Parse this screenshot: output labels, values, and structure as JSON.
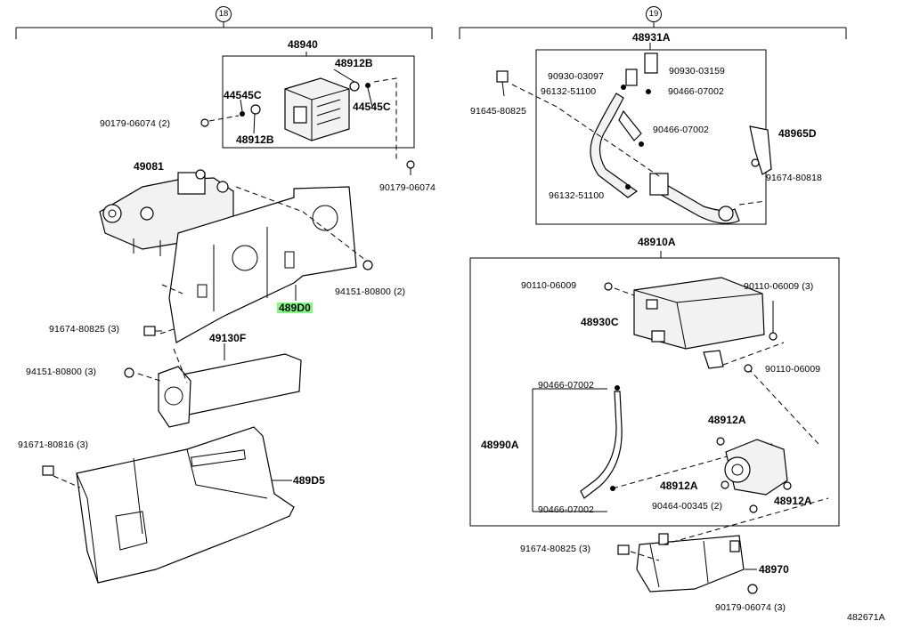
{
  "groups": {
    "left": "18",
    "right": "19"
  },
  "diagram_id": "482671A",
  "parts": {
    "p48940": "48940",
    "p48912b_top": "48912B",
    "p44545c_left": "44545C",
    "p44545c_right": "44545C",
    "p48912b_bottom": "48912B",
    "p90179_06074_2": "90179-06074 (2)",
    "p90179_06074": "90179-06074",
    "p49081": "49081",
    "p94151_80800_2": "94151-80800 (2)",
    "p489d0": "489D0",
    "p91674_80825_3_left": "91674-80825 (3)",
    "p49130f": "49130F",
    "p94151_80800_3": "94151-80800 (3)",
    "p91671_80816_3": "91671-80816 (3)",
    "p489d5": "489D5",
    "p48931a": "48931A",
    "p90930_03097": "90930-03097",
    "p90930_03159": "90930-03159",
    "p96132_51100_top": "96132-51100",
    "p90466_07002_a": "90466-07002",
    "p91645_80825": "91645-80825",
    "p90466_07002_b": "90466-07002",
    "p48965d": "48965D",
    "p91674_80818": "91674-80818",
    "p96132_51100_bottom": "96132-51100",
    "p48910a": "48910A",
    "p90110_06009_left": "90110-06009",
    "p90110_06009_3": "90110-06009 (3)",
    "p48930c": "48930C",
    "p90110_06009_right": "90110-06009",
    "p90466_07002_c": "90466-07002",
    "p48912a_top": "48912A",
    "p48990a": "48990A",
    "p48912a_mid": "48912A",
    "p90464_00345_2": "90464-00345 (2)",
    "p48912a_right": "48912A",
    "p90466_07002_d": "90466-07002",
    "p91674_80825_3_right": "91674-80825 (3)",
    "p48970": "48970",
    "p90179_06074_3": "90179-06074 (3)"
  },
  "colors": {
    "highlight": "#7dff7d",
    "line": "#000000",
    "background": "#ffffff"
  }
}
